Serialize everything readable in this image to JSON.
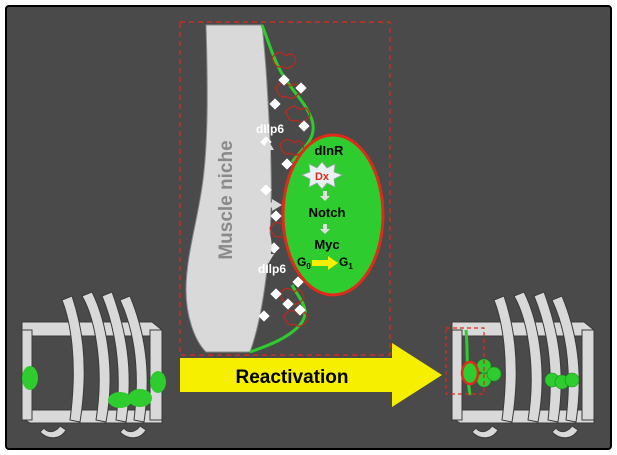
{
  "labels": {
    "niche": "Muscle niche",
    "ligand_top": "dIlp6",
    "ligand_bottom": "dIlp6",
    "receptor": "dInR",
    "dx": "Dx",
    "notch": "Notch",
    "myc": "Myc",
    "g0": "G",
    "g0_sub": "0",
    "g1": "G",
    "g1_sub": "1",
    "arrow": "Reactivation"
  },
  "colors": {
    "background": "#4a4a4a",
    "frame": "#000000",
    "niche": "#d9d9d9",
    "cell_green": "#2ecc2e",
    "cell_border": "#e02a1a",
    "dx_text": "#e02a1a",
    "arrow_yellow": "#f6f000",
    "dashed_box": "#e02a1a",
    "muscle_outline": "#3a3a3a"
  },
  "icons": {
    "dx_shape": "star-burst-icon",
    "signal_arrows": "curved-arrow-icon",
    "transition_arrow": "yellow-arrow-icon",
    "particles": "diamond-icon"
  }
}
